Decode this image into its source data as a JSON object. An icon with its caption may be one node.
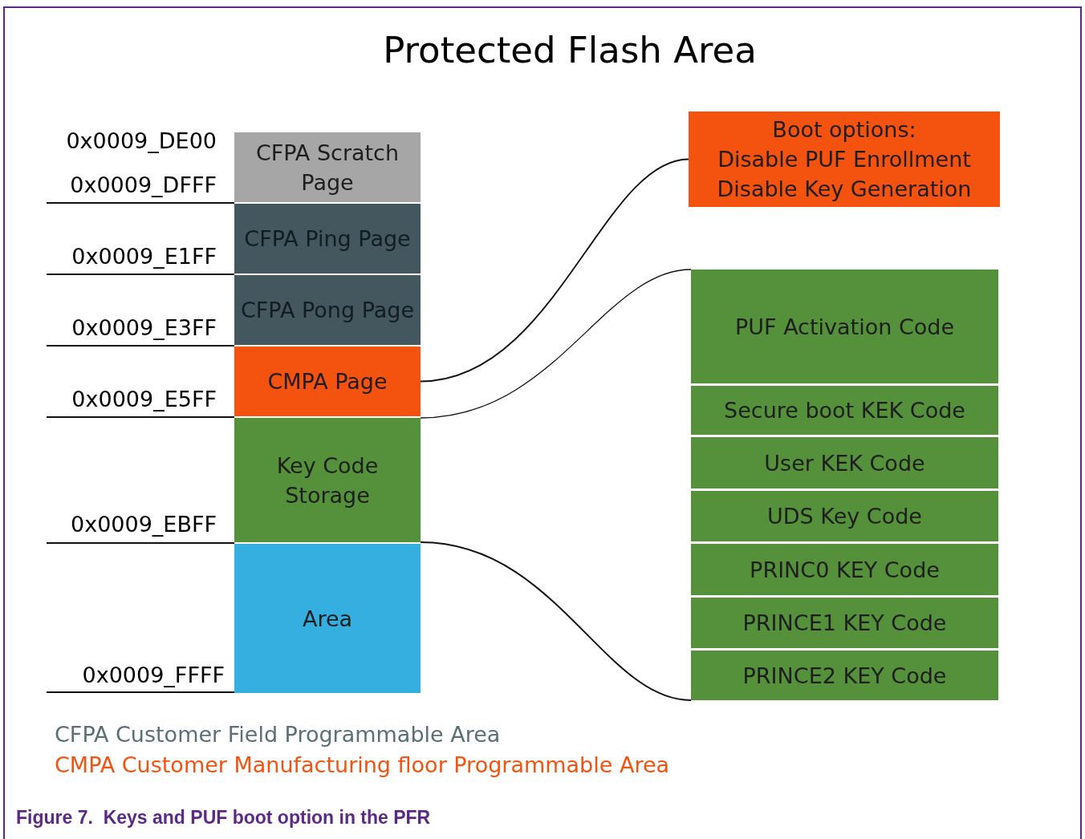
{
  "diagram": {
    "title": "Protected Flash Area",
    "caption": "Figure 7.  Keys and PUF boot option in the PFR",
    "nodes": [
      {
        "text": [
          "CFPA Scratch Page"
        ]
      },
      {
        "text": [
          "CFPA Ping Page"
        ]
      },
      {
        "text": [
          "CFPA Pong Page"
        ]
      },
      {
        "text": [
          "CMPA Page"
        ]
      },
      {
        "text": [
          "Key Code Storage"
        ]
      },
      {
        "text": [
          "Area"
        ]
      },
      {
        "text": [
          "Boot options:",
          "Disable PUF Enrollment",
          "Disable Key Generation"
        ]
      },
      {
        "text": [
          "PUF Activation Code"
        ]
      },
      {
        "text": [
          "Secure boot KEK Code"
        ]
      },
      {
        "text": [
          "User KEK Code"
        ]
      },
      {
        "text": [
          "UDS Key Code"
        ]
      },
      {
        "text": [
          "PRINC0 KEY Code"
        ]
      },
      {
        "text": [
          "PRINCE1 KEY Code"
        ]
      },
      {
        "text": [
          "PRINCE2 KEY Code"
        ]
      }
    ],
    "edges": [
      {
        "from": 3,
        "to": 6,
        "arrow": "none"
      },
      {
        "from": 4,
        "to": 7,
        "arrow": "none"
      },
      {
        "from": 4,
        "to": 13,
        "arrow": "none"
      }
    ],
    "labels": [
      "0x0009_DE00",
      "0x0009_DFFF",
      "0x0009_E1FF",
      "0x0009_E3FF",
      "0x0009_E5FF",
      "0x0009_EBFF",
      "0x0009_FFFF",
      "CFPA Customer Field Programmable Area",
      "CMPA Customer Manufacturing floor Programmable Area"
    ]
  }
}
